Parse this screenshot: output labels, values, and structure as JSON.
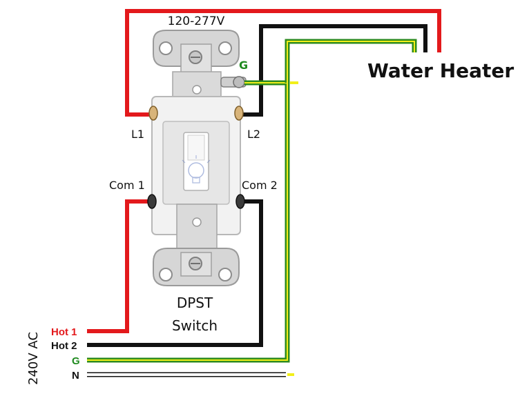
{
  "title_top": "120-277V",
  "appliance": "Water Heater",
  "device_name_line1": "DPST",
  "device_name_line2": "Switch",
  "terminals": {
    "ground": "G",
    "l1": "L1",
    "l2": "L2",
    "com1": "Com 1",
    "com2": "Com 2"
  },
  "supply_label": "240V AC",
  "supply_lines": {
    "hot1": "Hot 1",
    "hot2": "Hot 2",
    "ground": "G",
    "neutral": "N"
  },
  "colors": {
    "hot1": "#e3191c",
    "hot2": "#111111",
    "ground": "#2e8b1e",
    "ground_stripe": "#f2ef1a",
    "neutral": "#ffffff",
    "ground_text": "#1f8a1f",
    "hot1_text": "#e3191c"
  }
}
